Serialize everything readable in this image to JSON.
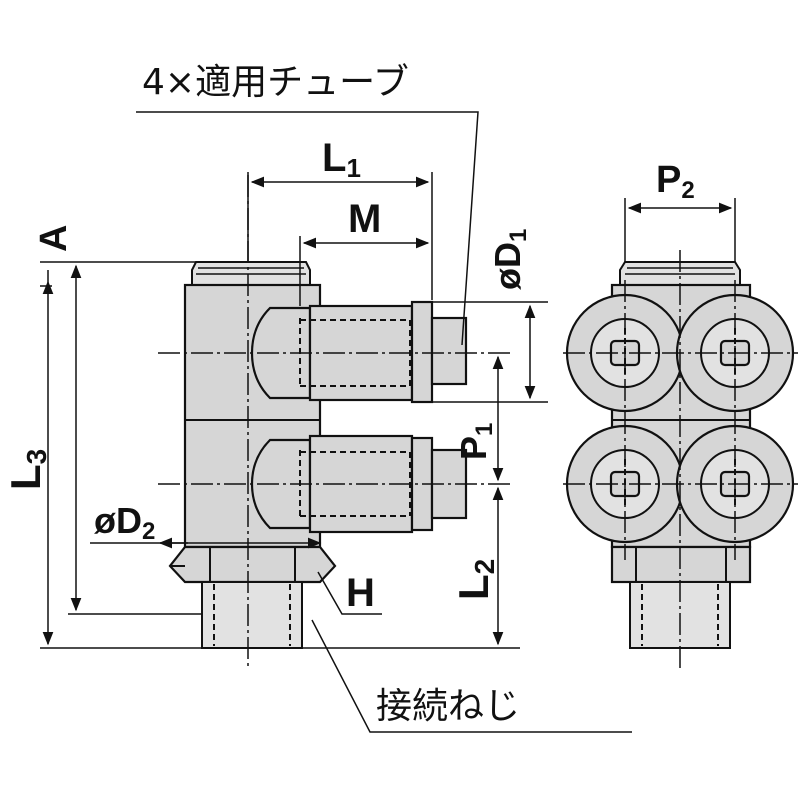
{
  "labels": {
    "tube_note": "4×適用チューブ",
    "L1": "L",
    "L1_sub": "1",
    "M": "M",
    "A": "A",
    "D1": "øD",
    "D1_sub": "1",
    "P1": "P",
    "P1_sub": "1",
    "P2": "P",
    "P2_sub": "2",
    "L3": "L",
    "L3_sub": "3",
    "D2": "øD",
    "D2_sub": "2",
    "H": "H",
    "L2": "L",
    "L2_sub": "2",
    "thread_note": "接続ねじ"
  },
  "colors": {
    "body": "#d6d6d6",
    "line": "#111111",
    "background": "#ffffff"
  }
}
